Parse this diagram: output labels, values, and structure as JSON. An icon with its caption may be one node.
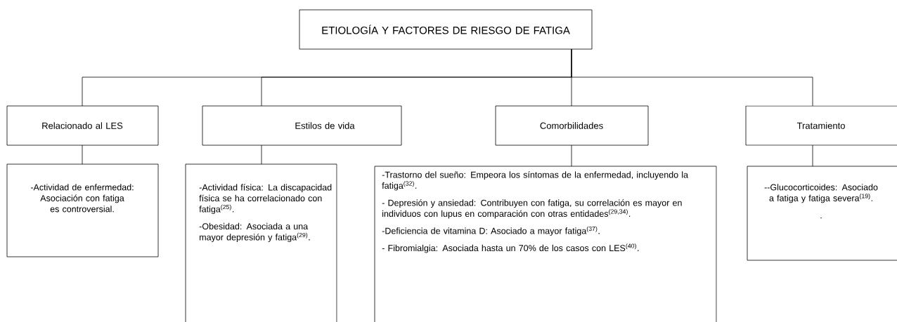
{
  "diagram": {
    "nodes": [
      {
        "text": [
          "ETIOLOGÍA Y FACTORES DE RIESGO DE FATIGA"
        ]
      },
      {
        "text": [
          "Relacionado al LES"
        ]
      },
      {
        "text": [
          "Estilos de vida"
        ]
      },
      {
        "text": [
          "Comorbilidades"
        ]
      },
      {
        "text": [
          "Tratamiento"
        ]
      },
      {
        "text": [
          "-Actividad de enfermedad: Asociación con fatiga es controversial."
        ]
      },
      {
        "text": [
          "-Actividad física: La discapacidad física se ha correlacionado con fatiga$^{(25)}$.",
          "-Obesidad: Asociada a una mayor depresión y fatiga$^{(29)}$."
        ]
      },
      {
        "text": [
          "-Trastorno del sueño: Empeora los síntomas de la enfermedad, incluyendo la fatiga$^{(32)}$.",
          "- Depresión y ansiedad: Contribuyen con fatiga, su correlación es mayor en individuos con lupus en comparación con otras entidades$^{(29,34)}$.",
          "-Deficiencia de vitamina D: Asociado a mayor fatiga$^{(37)}$.",
          "- Fibromialgia: Asociada hasta un 70% de los casos con LES$^{(40)}$."
        ]
      },
      {
        "text": [
          "--Glucocorticoides: Asociado a fatiga y fatiga severa$^{(19)}$.",
          "."
        ]
      }
    ],
    "edges": [
      {
        "from": 0,
        "to": 1,
        "arrow": "none"
      },
      {
        "from": 0,
        "to": 2,
        "arrow": "none"
      },
      {
        "from": 0,
        "to": 3,
        "arrow": "none"
      },
      {
        "from": 0,
        "to": 4,
        "arrow": "none"
      },
      {
        "from": 1,
        "to": 5,
        "arrow": "none"
      },
      {
        "from": 2,
        "to": 6,
        "arrow": "none"
      },
      {
        "from": 3,
        "to": 7,
        "arrow": "none"
      },
      {
        "from": 4,
        "to": 8,
        "arrow": "none"
      }
    ]
  }
}
